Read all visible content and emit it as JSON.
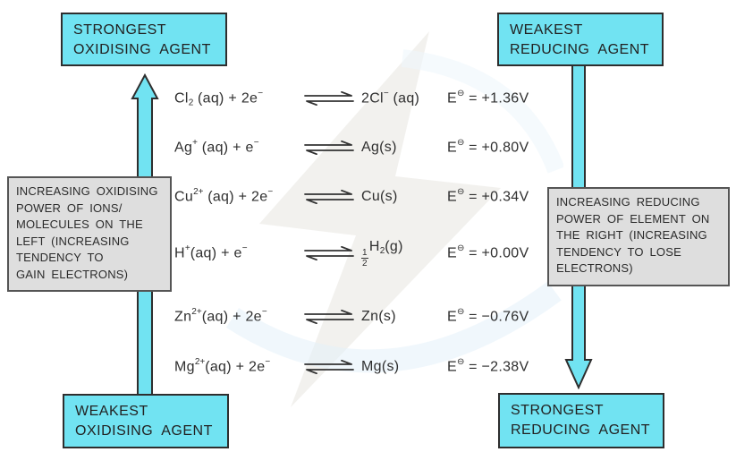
{
  "palette": {
    "cyan_fill": "#71E3F2",
    "box_border": "#2e2e2e",
    "gray_fill": "#dedede",
    "gray_border": "#555555",
    "text": "#2f2f2f",
    "watermark_gray": "#f2f1ee",
    "watermark_blue": "#e4f1fa"
  },
  "corner_boxes": {
    "top_left": [
      "STRONGEST",
      "OXIDISING AGENT"
    ],
    "top_right": [
      "WEAKEST",
      "REDUCING AGENT"
    ],
    "bottom_left": [
      "WEAKEST",
      "OXIDISING AGENT"
    ],
    "bottom_right": [
      "STRONGEST",
      "REDUCING AGENT"
    ]
  },
  "side_notes": {
    "left_lines": [
      "INCREASING OXIDISING",
      "POWER OF IONS/",
      "MOLECULES ON THE",
      "LEFT (INCREASING",
      "TENDENCY TO",
      "GAIN ELECTRONS)"
    ],
    "right_lines": [
      "INCREASING REDUCING",
      "POWER OF ELEMENT ON",
      "THE RIGHT (INCREASING",
      "TENDENCY TO LOSE",
      "ELECTRONS)"
    ]
  },
  "e_prefix": {
    "symbol": "E",
    "standard_state_sup": "⊖",
    "equals": "="
  },
  "reactions": [
    {
      "name": "chlorine",
      "lhs": [
        [
          "t",
          "Cl"
        ],
        [
          "sub",
          "2"
        ],
        [
          "t",
          " (aq) + 2e"
        ],
        [
          "sup",
          "−"
        ]
      ],
      "rhs": [
        [
          "t",
          "2Cl"
        ],
        [
          "sup",
          "−"
        ],
        [
          "t",
          " (aq)"
        ]
      ],
      "potential": "+1.36V"
    },
    {
      "name": "silver",
      "lhs": [
        [
          "t",
          "Ag"
        ],
        [
          "sup",
          "+"
        ],
        [
          "t",
          " (aq) + e"
        ],
        [
          "sup",
          "−"
        ]
      ],
      "rhs": [
        [
          "t",
          "Ag(s)"
        ]
      ],
      "potential": "+0.80V"
    },
    {
      "name": "copper",
      "lhs": [
        [
          "t",
          "Cu"
        ],
        [
          "sup",
          "2+"
        ],
        [
          "t",
          " (aq) + 2e"
        ],
        [
          "sup",
          "−"
        ]
      ],
      "rhs": [
        [
          "t",
          "Cu(s)"
        ]
      ],
      "potential": "+0.34V"
    },
    {
      "name": "hydrogen",
      "lhs": [
        [
          "t",
          "H"
        ],
        [
          "sup",
          "+"
        ],
        [
          "t",
          "(aq) + e"
        ],
        [
          "sup",
          "−"
        ]
      ],
      "rhs": [
        [
          "frac",
          "1",
          "2"
        ],
        [
          "t",
          "H"
        ],
        [
          "sub",
          "2"
        ],
        [
          "t",
          "(g)"
        ]
      ],
      "potential": "+0.00V"
    },
    {
      "name": "zinc",
      "lhs": [
        [
          "t",
          "Zn"
        ],
        [
          "sup",
          "2+"
        ],
        [
          "t",
          "(aq) + 2e"
        ],
        [
          "sup",
          "−"
        ]
      ],
      "rhs": [
        [
          "t",
          "Zn(s)"
        ]
      ],
      "potential": "−0.76V"
    },
    {
      "name": "magnesium",
      "lhs": [
        [
          "t",
          "Mg"
        ],
        [
          "sup",
          "2+"
        ],
        [
          "t",
          "(aq) + 2e"
        ],
        [
          "sup",
          "−"
        ]
      ],
      "rhs": [
        [
          "t",
          "Mg(s)"
        ]
      ],
      "potential": "−2.38V"
    }
  ]
}
